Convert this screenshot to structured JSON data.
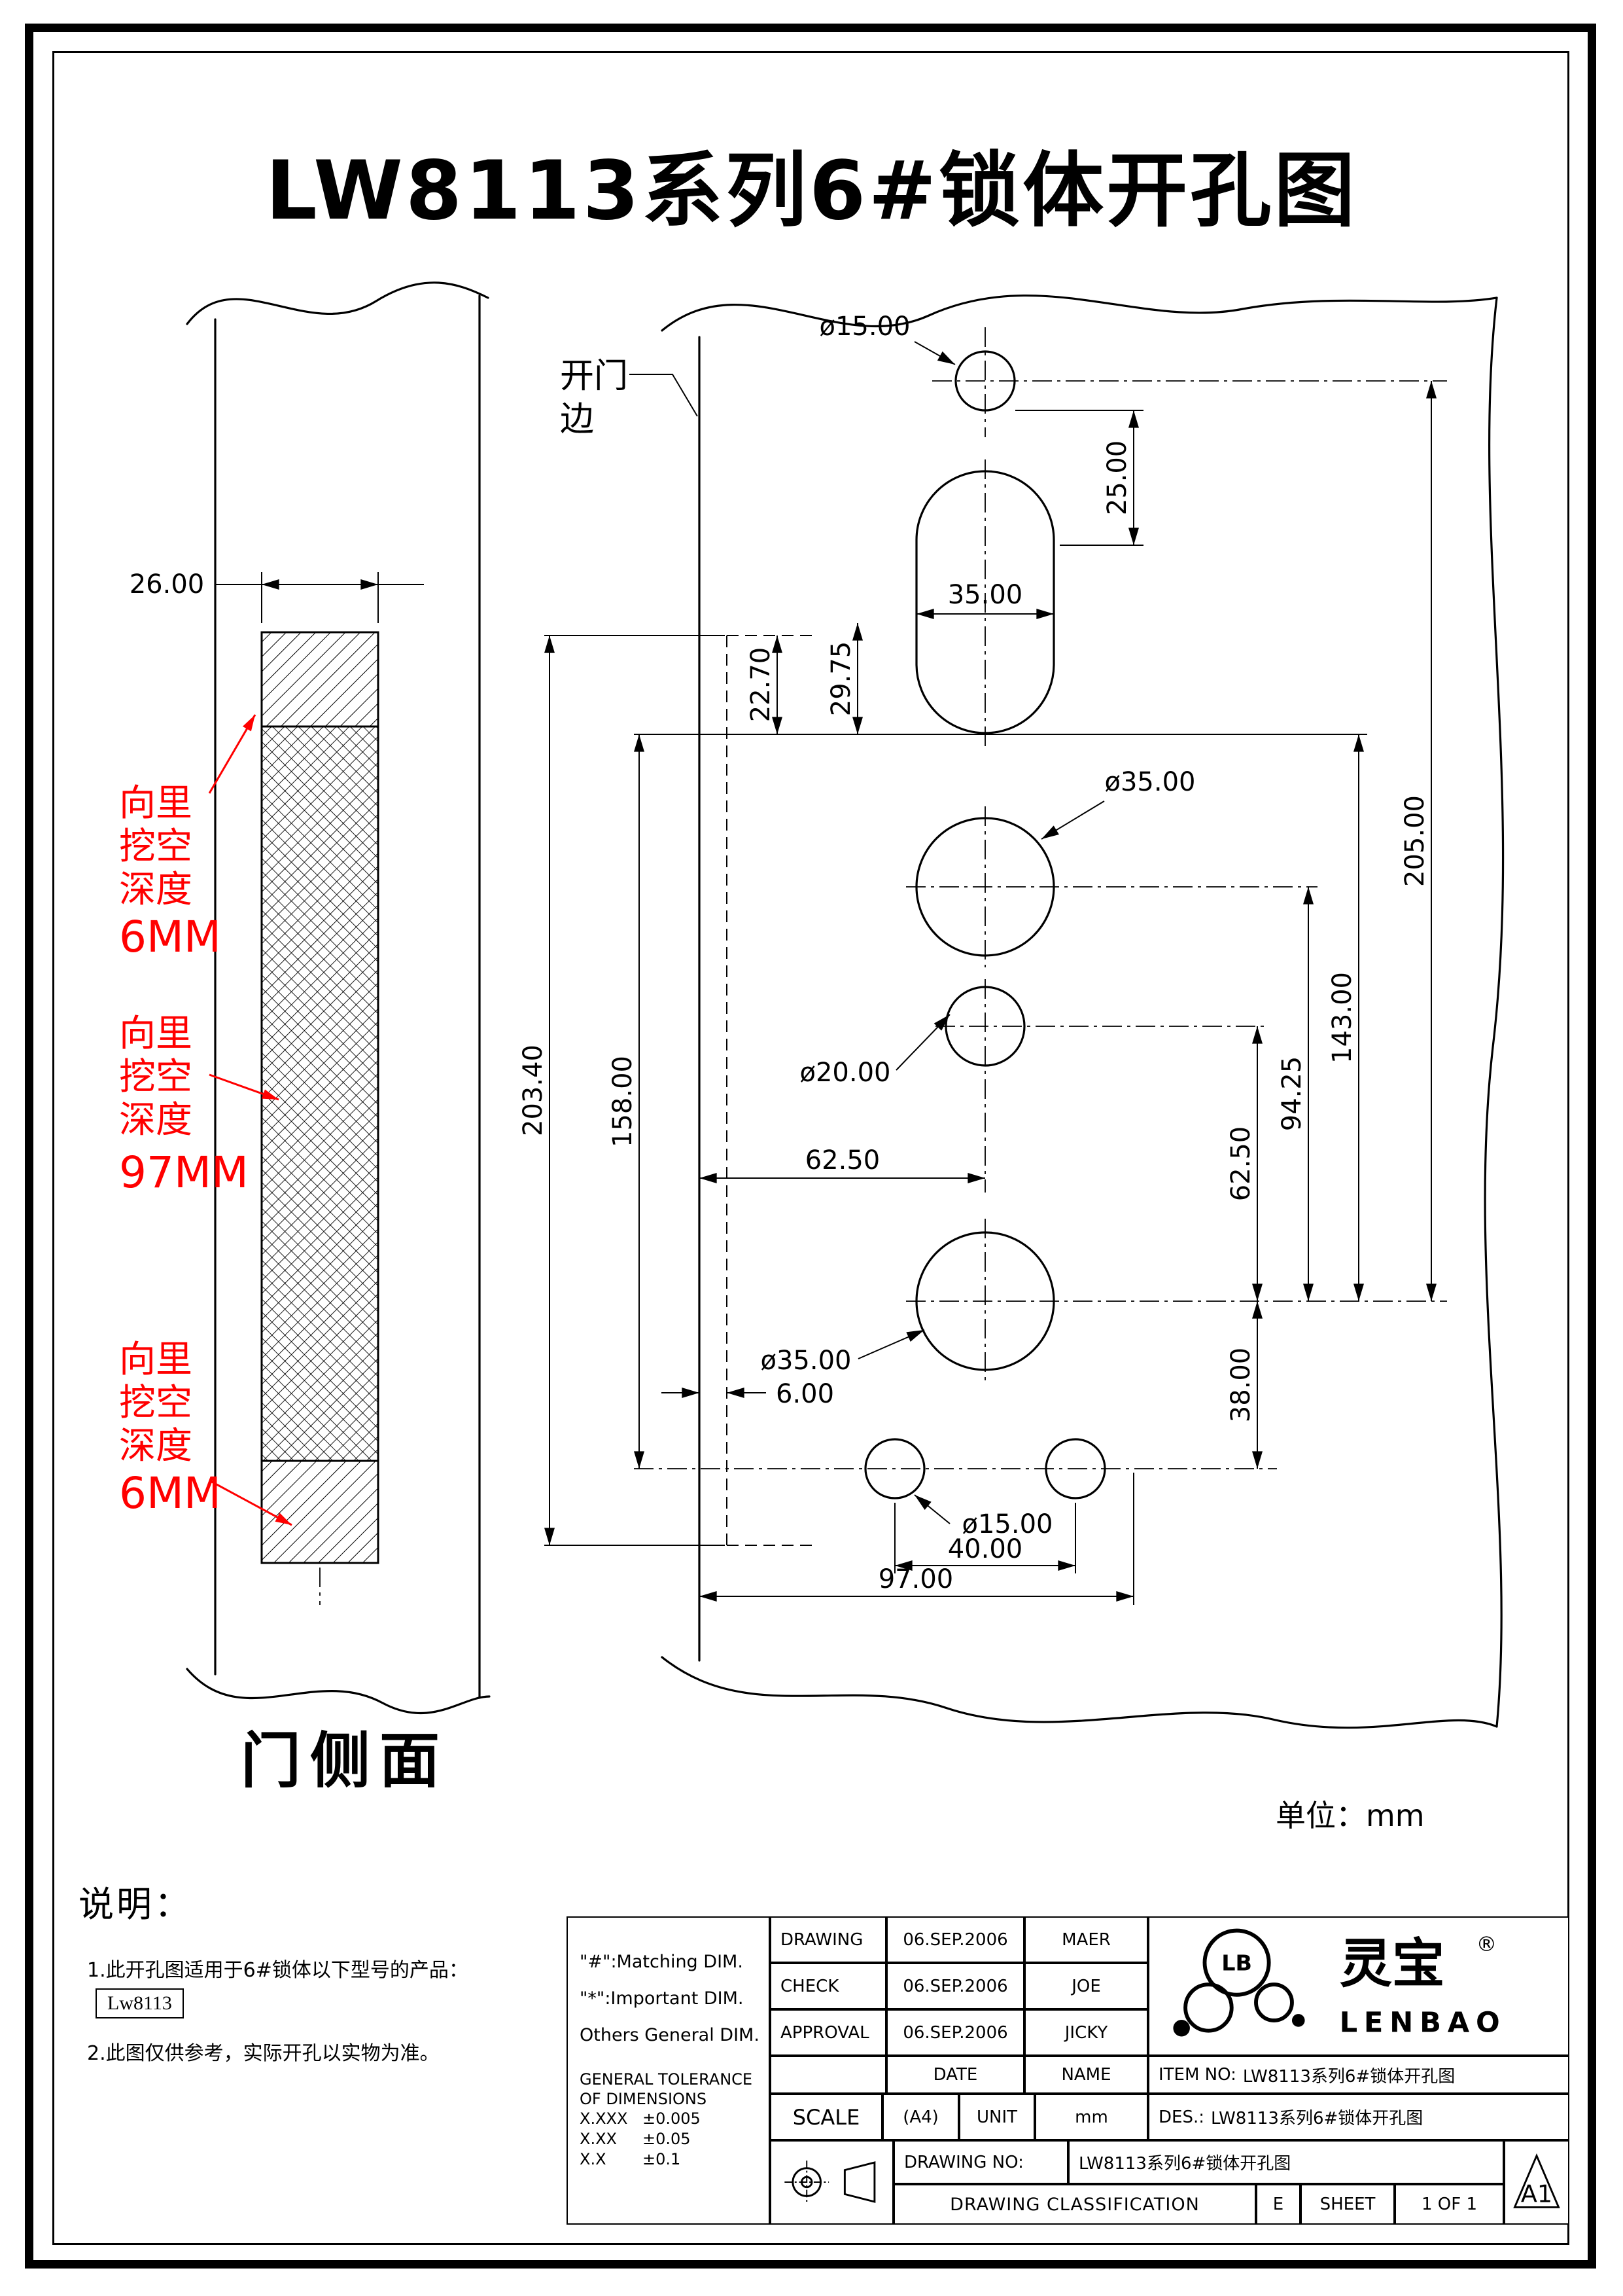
{
  "title": "LW8113系列6#锁体开孔图",
  "unit_note": "单位：mm",
  "left_view": {
    "dim_26": "26.00",
    "label": "门侧面",
    "annotations": [
      {
        "lines": [
          "向里",
          "挖空",
          "深度",
          "6MM"
        ]
      },
      {
        "lines": [
          "向里",
          "挖空",
          "深度",
          "97MM"
        ]
      },
      {
        "lines": [
          "向里",
          "挖空",
          "深度",
          "6MM"
        ]
      }
    ]
  },
  "right_view": {
    "door_edge_label": [
      "开门",
      "边"
    ],
    "dims": {
      "d15_top": "ø15.00",
      "d25": "25.00",
      "d35_slot": "35.00",
      "d2270": "22.70",
      "d2975": "29.75",
      "d205": "205.00",
      "d35_upper": "ø35.00",
      "d143": "143.00",
      "d20": "ø20.00",
      "d9425": "94.25",
      "d6250h": "62.50",
      "d6250v": "62.50",
      "d35_lower": "ø35.00",
      "d3800": "38.00",
      "d20340": "203.40",
      "d15800": "158.00",
      "d600": "6.00",
      "d15_bot": "ø15.00",
      "d4000": "40.00",
      "d9700": "97.00"
    }
  },
  "notes": {
    "heading": "说明：",
    "line1": "1.此开孔图适用于6#锁体以下型号的产品：",
    "model_box": "Lw8113",
    "line2": "2.此图仅供参考，实际开孔以实物为准。"
  },
  "title_block": {
    "dim_notes": [
      "\"#\":Matching DIM.",
      "\"*\":Important DIM.",
      "Others General DIM."
    ],
    "tolerance_title_1": "GENERAL TOLERANCE",
    "tolerance_title_2": "OF DIMENSIONS",
    "tolerances": [
      {
        "dim": "X.XXX",
        "tol": "±0.005"
      },
      {
        "dim": "X.XX",
        "tol": "±0.05"
      },
      {
        "dim": "X.X",
        "tol": "±0.1"
      }
    ],
    "rows": [
      {
        "label": "DRAWING",
        "date": "06.SEP.2006",
        "name": "MAER"
      },
      {
        "label": "CHECK",
        "date": "06.SEP.2006",
        "name": "JOE"
      },
      {
        "label": "APPROVAL",
        "date": "06.SEP.2006",
        "name": "JICKY"
      }
    ],
    "date_header": "DATE",
    "name_header": "NAME",
    "item_no_label": "ITEM NO:",
    "item_no_value": "LW8113系列6#锁体开孔图",
    "scale_label": "SCALE",
    "scale_value": "(A4)",
    "unit_label": "UNIT",
    "unit_value": "mm",
    "des_label": "DES.:",
    "des_value": "LW8113系列6#锁体开孔图",
    "drawing_no_label": "DRAWING NO:",
    "drawing_no_value": "LW8113系列6#锁体开孔图",
    "classification_label": "DRAWING CLASSIFICATION",
    "classification_value": "E",
    "sheet_label": "SHEET",
    "sheet_value": "1 OF 1",
    "size_code": "A1",
    "brand": {
      "logo_text": "LB",
      "name_cn": "灵宝",
      "reg": "®",
      "name_en": "LENBAO"
    }
  }
}
